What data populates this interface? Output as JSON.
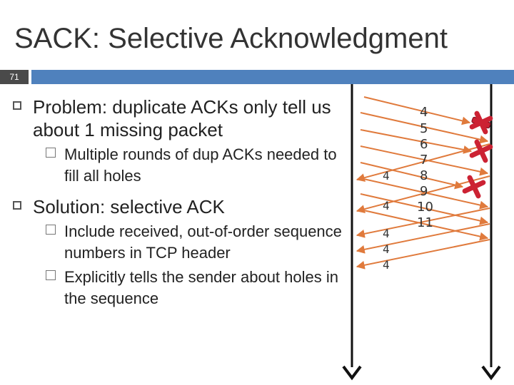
{
  "title": "SACK: Selective Acknowledgment",
  "slide_number": "71",
  "bullets": [
    {
      "text": "Problem: duplicate ACKs only tell us about 1 missing packet",
      "subs": [
        "Multiple rounds of dup ACKs needed to fill all holes"
      ]
    },
    {
      "text": "Solution: selective ACK",
      "subs": [
        "Include received, out-of-order sequence numbers in TCP header",
        "Explicitly tells the sender about holes in the sequence"
      ]
    }
  ],
  "diagram": {
    "sequence_labels": [
      "4",
      "5",
      "6",
      "7",
      "8",
      "9",
      "10",
      "11"
    ],
    "ack_labels": [
      "4",
      "4",
      "4",
      "4",
      "4"
    ],
    "lost_packets": [
      "4",
      "6",
      "8"
    ],
    "colors": {
      "arrow": "#e07a3c",
      "timeline": "#111111",
      "loss_mark": "#cc2233"
    },
    "icons": [
      "cross-mark-icon",
      "arrowhead-down-icon"
    ]
  }
}
